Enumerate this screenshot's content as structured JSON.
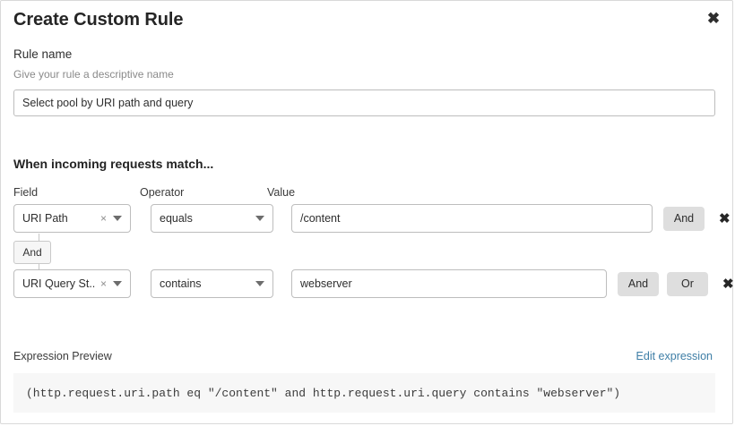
{
  "dialog": {
    "title": "Create Custom Rule",
    "close_icon": "close-icon"
  },
  "rule_name": {
    "label": "Rule name",
    "helper": "Give your rule a descriptive name",
    "value": "Select pool by URI path and query",
    "placeholder": ""
  },
  "match_section": {
    "heading": "When incoming requests match...",
    "columns": {
      "field": "Field",
      "operator": "Operator",
      "value": "Value"
    },
    "connector_label": "And",
    "rows": [
      {
        "field": "URI Path",
        "operator": "equals",
        "value": "/content",
        "clear_icon": "clear-x-icon",
        "chevron_icon": "chevron-down-icon",
        "logic_buttons": [
          "And"
        ],
        "delete_icon": "delete-x-icon"
      },
      {
        "field": "URI Query St...",
        "operator": "contains",
        "value": "webserver",
        "clear_icon": "clear-x-icon",
        "chevron_icon": "chevron-down-icon",
        "logic_buttons": [
          "And",
          "Or"
        ],
        "delete_icon": "delete-x-icon"
      }
    ]
  },
  "expression": {
    "label": "Expression Preview",
    "edit_link": "Edit expression",
    "preview": "(http.request.uri.path eq \"/content\" and http.request.uri.query contains \"webserver\")"
  },
  "colors": {
    "accent_link": "#3e7ea6",
    "button_bg": "#dedede",
    "preview_bg": "#f7f7f7",
    "border": "#bdbdbd"
  }
}
